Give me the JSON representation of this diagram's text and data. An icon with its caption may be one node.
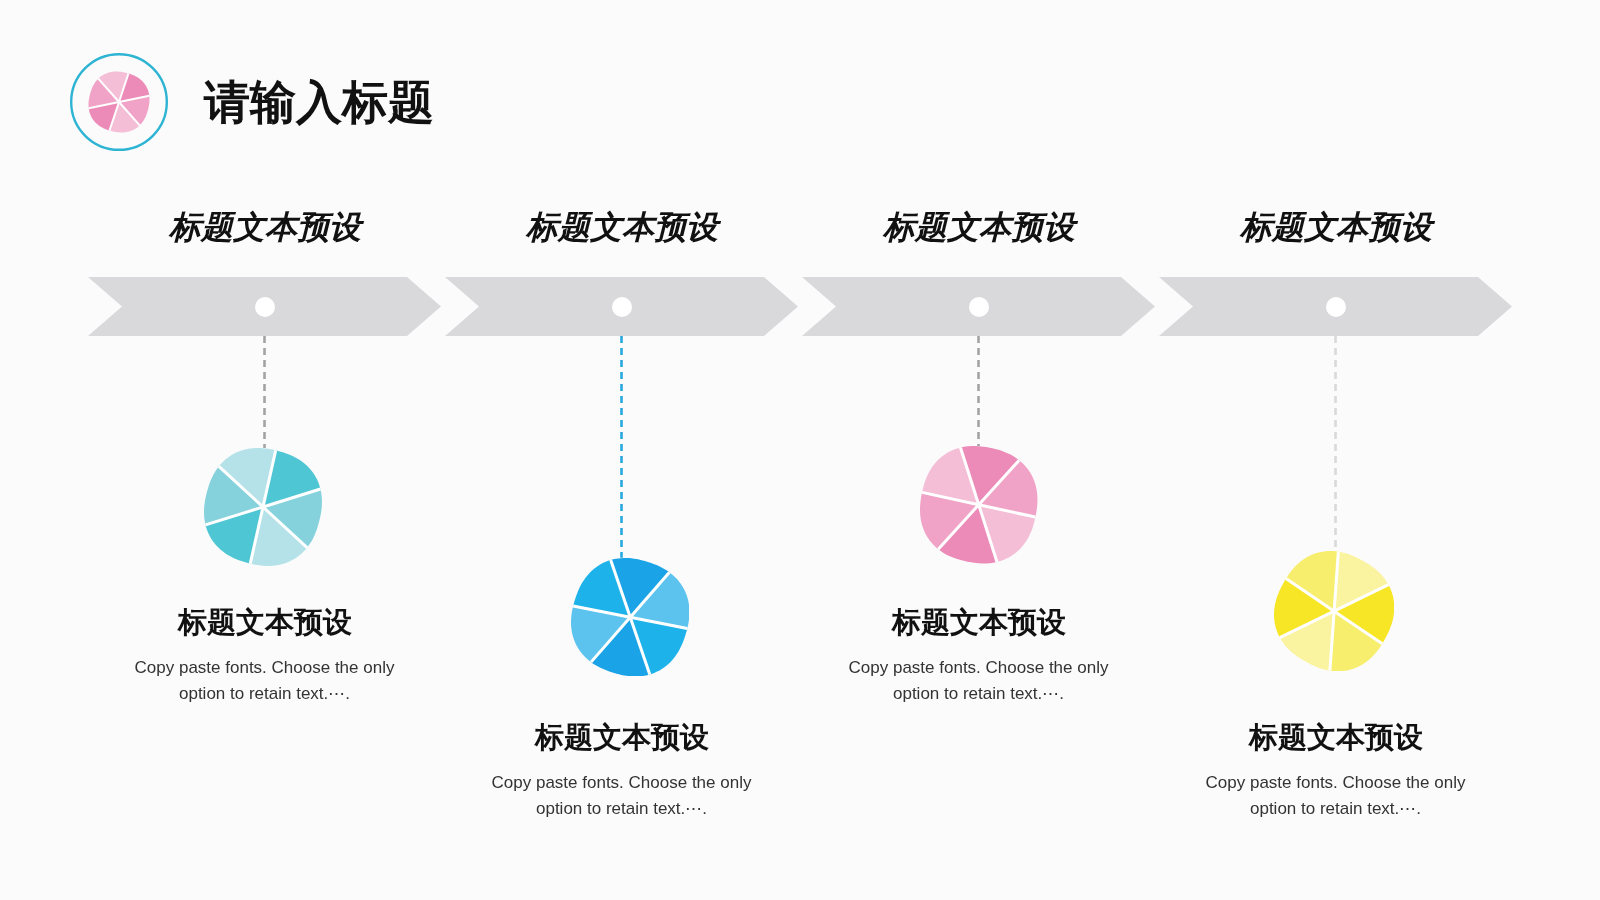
{
  "diagram": {
    "title": "请输入标题",
    "nodes": [
      {
        "text": [
          "标题文本预设"
        ]
      },
      {
        "text": [
          "标题文本预设"
        ]
      },
      {
        "text": [
          "标题文本预设"
        ]
      },
      {
        "text": [
          "标题文本预设"
        ]
      },
      {
        "text": [],
        "shape": "circle",
        "beside": [
          "标题文本预设",
          "Copy paste fonts. Choose the only option to retain text.⋯."
        ]
      },
      {
        "text": [],
        "shape": "circle",
        "beside": [
          "标题文本预设",
          "Copy paste fonts. Choose the only option to retain text.⋯."
        ]
      },
      {
        "text": [],
        "shape": "circle",
        "beside": [
          "标题文本预设",
          "Copy paste fonts. Choose the only option to retain text.⋯."
        ]
      },
      {
        "text": [],
        "shape": "circle",
        "beside": [
          "标题文本预设",
          "Copy paste fonts. Choose the only option to retain text.⋯."
        ]
      }
    ],
    "edges": [
      {
        "from": 0,
        "to": 4,
        "arrow": "none",
        "style": "dashed"
      },
      {
        "from": 1,
        "to": 5,
        "arrow": "none",
        "style": "dashed",
        "color": "#29a8dc"
      },
      {
        "from": 2,
        "to": 6,
        "arrow": "none",
        "style": "dashed"
      },
      {
        "from": 3,
        "to": 7,
        "arrow": "none",
        "style": "dashed",
        "color": "#d9d9d9"
      }
    ]
  }
}
